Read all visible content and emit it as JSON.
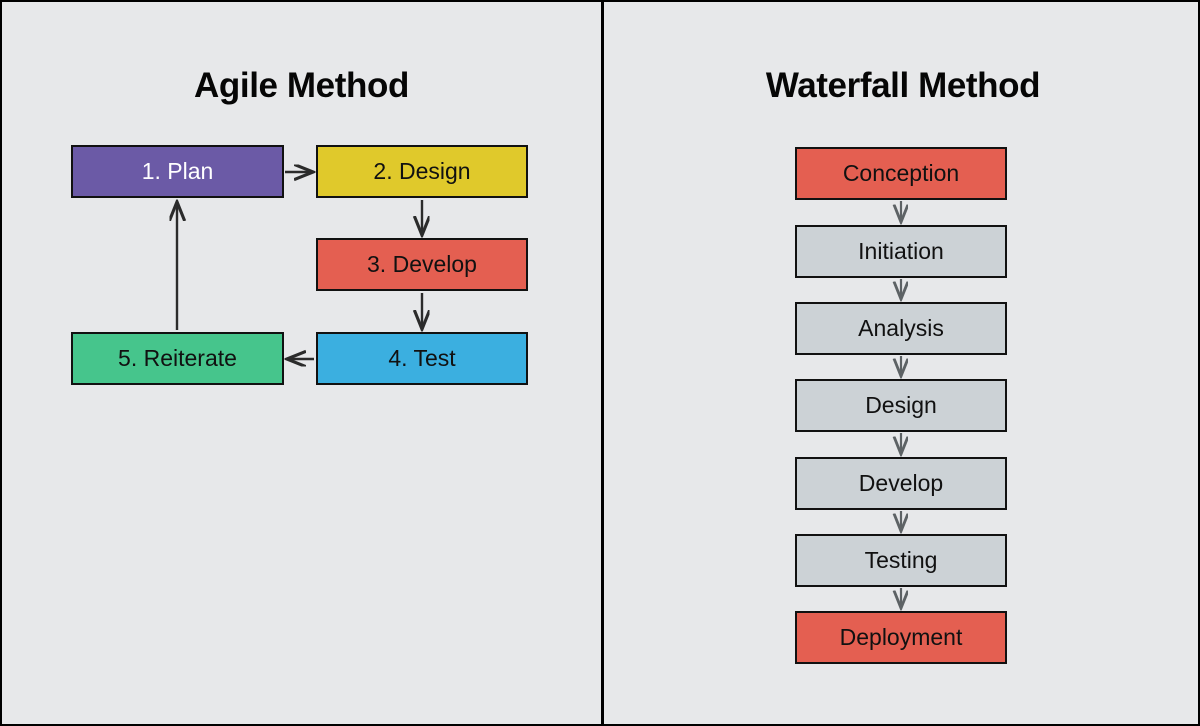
{
  "diagram": {
    "background_color": "#e7e8ea",
    "border_color": "#000000",
    "panels": [
      {
        "id": "agile",
        "title": "Agile Method",
        "type": "cycle-flowchart",
        "nodes": [
          {
            "label": "1. Plan",
            "fill": "#6B5AA6",
            "text_color": "#ffffff"
          },
          {
            "label": "2. Design",
            "fill": "#E0C92B",
            "text_color": "#111111"
          },
          {
            "label": "3. Develop",
            "fill": "#E45F51",
            "text_color": "#111111"
          },
          {
            "label": "4. Test",
            "fill": "#3BAFE0",
            "text_color": "#111111"
          },
          {
            "label": "5. Reiterate",
            "fill": "#46C58C",
            "text_color": "#111111"
          }
        ],
        "edges": [
          {
            "from": "1. Plan",
            "to": "2. Design",
            "direction": "right"
          },
          {
            "from": "2. Design",
            "to": "3. Develop",
            "direction": "down"
          },
          {
            "from": "3. Develop",
            "to": "4. Test",
            "direction": "down"
          },
          {
            "from": "4. Test",
            "to": "5. Reiterate",
            "direction": "left"
          },
          {
            "from": "5. Reiterate",
            "to": "1. Plan",
            "direction": "up"
          }
        ]
      },
      {
        "id": "waterfall",
        "title": "Waterfall Method",
        "type": "linear-flowchart",
        "nodes": [
          {
            "label": "Conception",
            "fill": "#E45F51",
            "text_color": "#111111"
          },
          {
            "label": "Initiation",
            "fill": "#CCD2D6",
            "text_color": "#111111"
          },
          {
            "label": "Analysis",
            "fill": "#CCD2D6",
            "text_color": "#111111"
          },
          {
            "label": "Design",
            "fill": "#CCD2D6",
            "text_color": "#111111"
          },
          {
            "label": "Develop",
            "fill": "#CCD2D6",
            "text_color": "#111111"
          },
          {
            "label": "Testing",
            "fill": "#CCD2D6",
            "text_color": "#111111"
          },
          {
            "label": "Deployment",
            "fill": "#E45F51",
            "text_color": "#111111"
          }
        ],
        "edges": [
          {
            "from": "Conception",
            "to": "Initiation",
            "direction": "down"
          },
          {
            "from": "Initiation",
            "to": "Analysis",
            "direction": "down"
          },
          {
            "from": "Analysis",
            "to": "Design",
            "direction": "down"
          },
          {
            "from": "Design",
            "to": "Develop",
            "direction": "down"
          },
          {
            "from": "Develop",
            "to": "Testing",
            "direction": "down"
          },
          {
            "from": "Testing",
            "to": "Deployment",
            "direction": "down"
          }
        ]
      }
    ]
  }
}
